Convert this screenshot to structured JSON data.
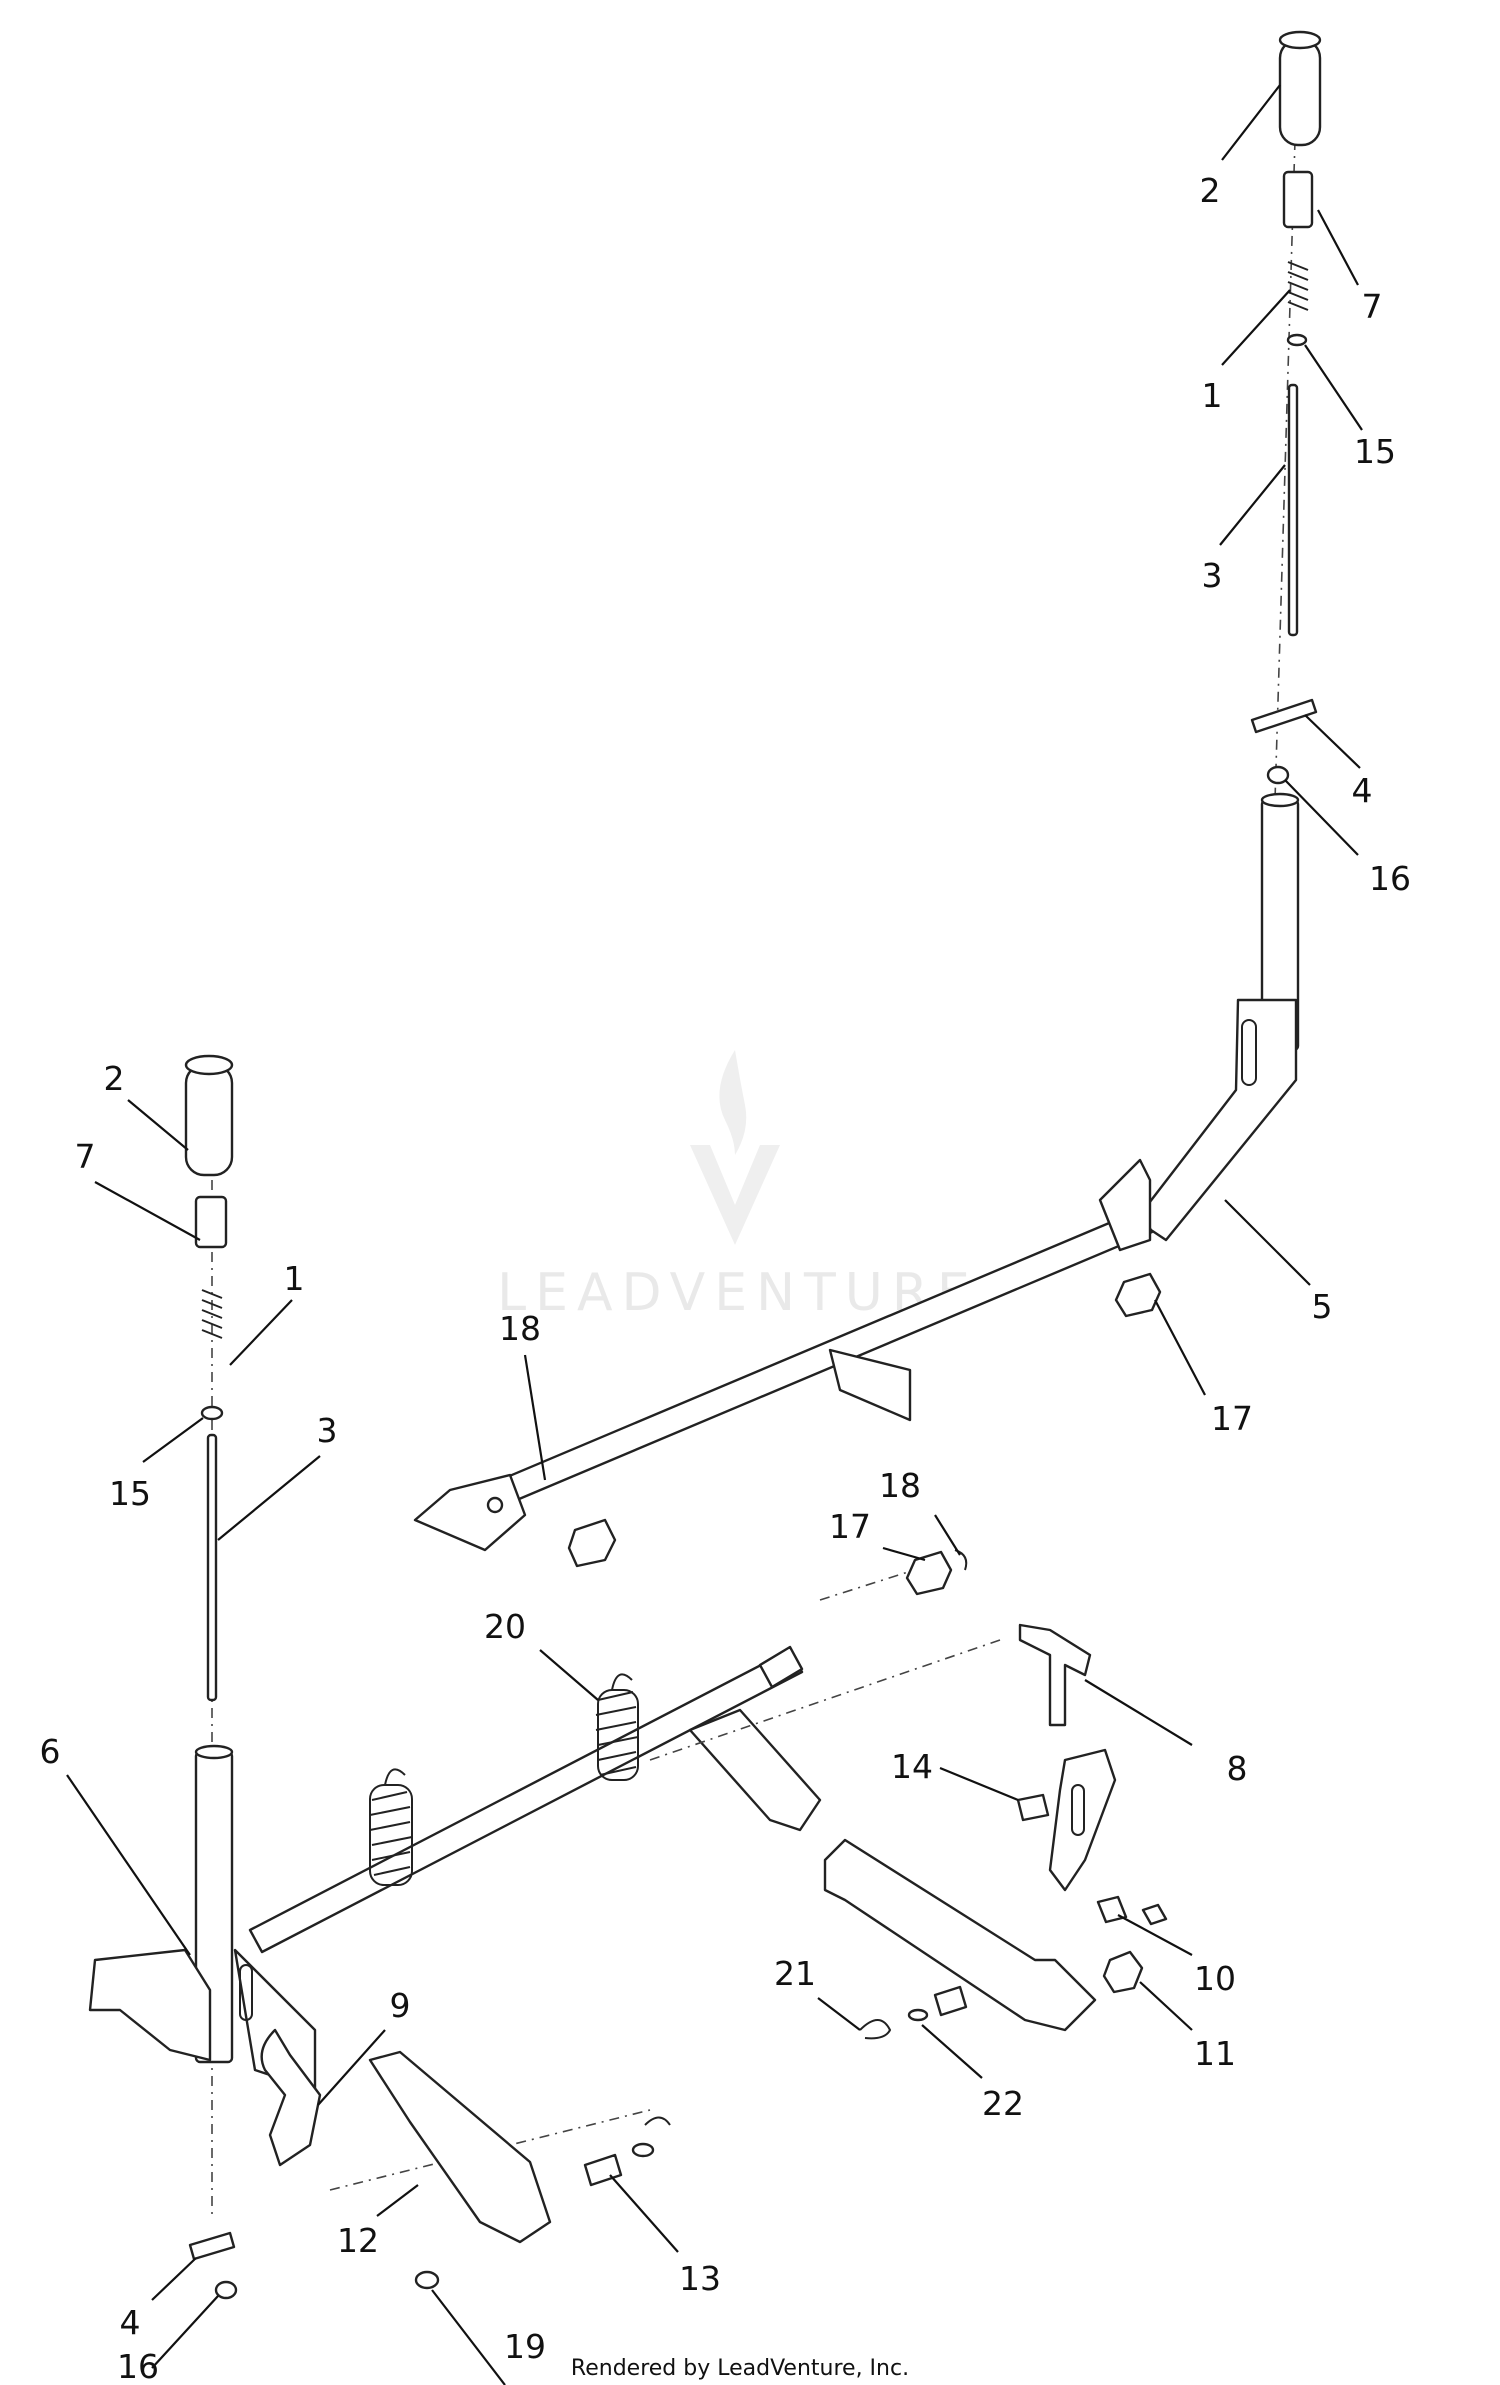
{
  "watermark": "LEADVENTURE",
  "footer": "Rendered by LeadVenture, Inc.",
  "callouts": [
    {
      "id": "c2a",
      "text": "2"
    },
    {
      "id": "c7a",
      "text": "7"
    },
    {
      "id": "c1a",
      "text": "1"
    },
    {
      "id": "c15a",
      "text": "15"
    },
    {
      "id": "c3a",
      "text": "3"
    },
    {
      "id": "c4a",
      "text": "4"
    },
    {
      "id": "c16a",
      "text": "16"
    },
    {
      "id": "c5",
      "text": "5"
    },
    {
      "id": "c17a",
      "text": "17"
    },
    {
      "id": "c18a",
      "text": "18"
    },
    {
      "id": "c2b",
      "text": "2"
    },
    {
      "id": "c7b",
      "text": "7"
    },
    {
      "id": "c1b",
      "text": "1"
    },
    {
      "id": "c15b",
      "text": "15"
    },
    {
      "id": "c3b",
      "text": "3"
    },
    {
      "id": "c18b",
      "text": "18"
    },
    {
      "id": "c17b",
      "text": "17"
    },
    {
      "id": "c20",
      "text": "20"
    },
    {
      "id": "c8",
      "text": "8"
    },
    {
      "id": "c6",
      "text": "6"
    },
    {
      "id": "c14",
      "text": "14"
    },
    {
      "id": "c10",
      "text": "10"
    },
    {
      "id": "c11",
      "text": "11"
    },
    {
      "id": "c21",
      "text": "21"
    },
    {
      "id": "c22",
      "text": "22"
    },
    {
      "id": "c9",
      "text": "9"
    },
    {
      "id": "c4b",
      "text": "4"
    },
    {
      "id": "c12",
      "text": "12"
    },
    {
      "id": "c13",
      "text": "13"
    },
    {
      "id": "c16b",
      "text": "16"
    },
    {
      "id": "c19",
      "text": "19"
    }
  ]
}
